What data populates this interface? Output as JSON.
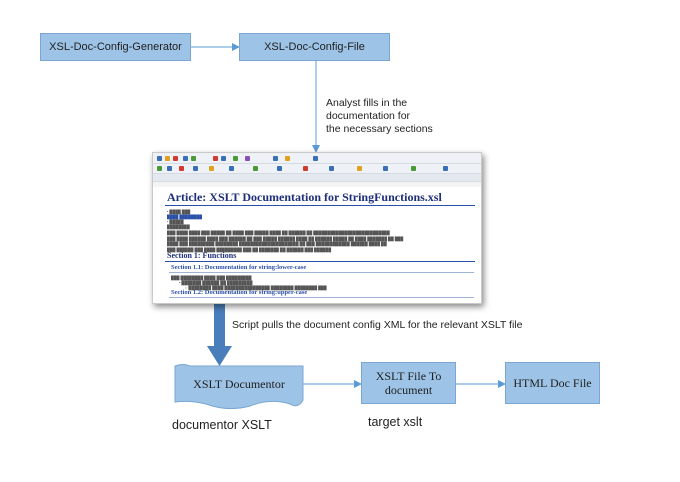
{
  "nodes": {
    "generator": "XSL-Doc-Config-Generator",
    "config_file": "XSL-Doc-Config-File",
    "documentor": "XSLT Documentor",
    "xslt_to_doc": "XSLT File To document",
    "html_doc": "HTML Doc File"
  },
  "notes": {
    "analyst": [
      "Analyst fills in the",
      "documentation  for",
      "the necessary sections"
    ],
    "script": "Script pulls the document  config XML for the relevant XSLT file"
  },
  "labels": {
    "documentor_xslt": "documentor XSLT",
    "target_xslt": "target xslt"
  },
  "screenshot": {
    "article_title": "Article:  XSLT Documentation for StringFunctions.xsl",
    "section1": "Section 1: Functions",
    "section1_1": "Section 1.1: Documentation for string:lower-case",
    "section1_2": "Section 1.2: Documentation for string:upper-case"
  },
  "colors": {
    "box_fill": "#9dc3e6",
    "arrow": "#5b9bd5",
    "thick_arrow": "#4a7ebb"
  }
}
